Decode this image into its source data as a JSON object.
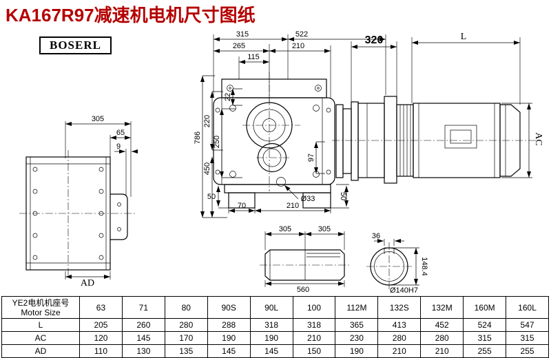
{
  "page": {
    "title": "KA167R97减速机电机尺寸图纸",
    "logo": "BOSERL"
  },
  "colors": {
    "title_red": "#b40000",
    "line_black": "#000000"
  },
  "drawing": {
    "side": {
      "d305": "305",
      "d65": "65",
      "d9": "9",
      "ad": "AD"
    },
    "front": {
      "d315": "315",
      "d522": "522",
      "d265": "265",
      "d210_top": "210",
      "d115": "115",
      "d22": "22",
      "d220": "220",
      "d250": "250",
      "d450": "450",
      "d786": "786",
      "d97": "97",
      "d50_left": "50",
      "d70": "70",
      "d210_bottom": "210",
      "d33": "Ø33",
      "d50_right": "50"
    },
    "motor": {
      "d320": "320",
      "l": "L",
      "ac": "AC"
    },
    "shaft": {
      "d305_left": "305",
      "d305_right": "305",
      "d560": "560"
    },
    "shaft_end": {
      "d36": "36",
      "d148": "148.4",
      "d140": "Ø140H7"
    }
  },
  "table": {
    "row_label_cn": "YE2电机机座号",
    "row_label_en": "Motor Size",
    "sizes": [
      "63",
      "71",
      "80",
      "90S",
      "90L",
      "100",
      "112M",
      "132S",
      "132M",
      "160M",
      "160L"
    ],
    "rows": [
      {
        "label": "L",
        "values": [
          "205",
          "260",
          "280",
          "288",
          "318",
          "318",
          "365",
          "413",
          "452",
          "524",
          "547"
        ]
      },
      {
        "label": "AC",
        "values": [
          "120",
          "145",
          "170",
          "190",
          "190",
          "210",
          "230",
          "280",
          "280",
          "315",
          "315"
        ]
      },
      {
        "label": "AD",
        "values": [
          "110",
          "130",
          "135",
          "145",
          "145",
          "150",
          "190",
          "210",
          "210",
          "255",
          "255"
        ]
      }
    ]
  }
}
